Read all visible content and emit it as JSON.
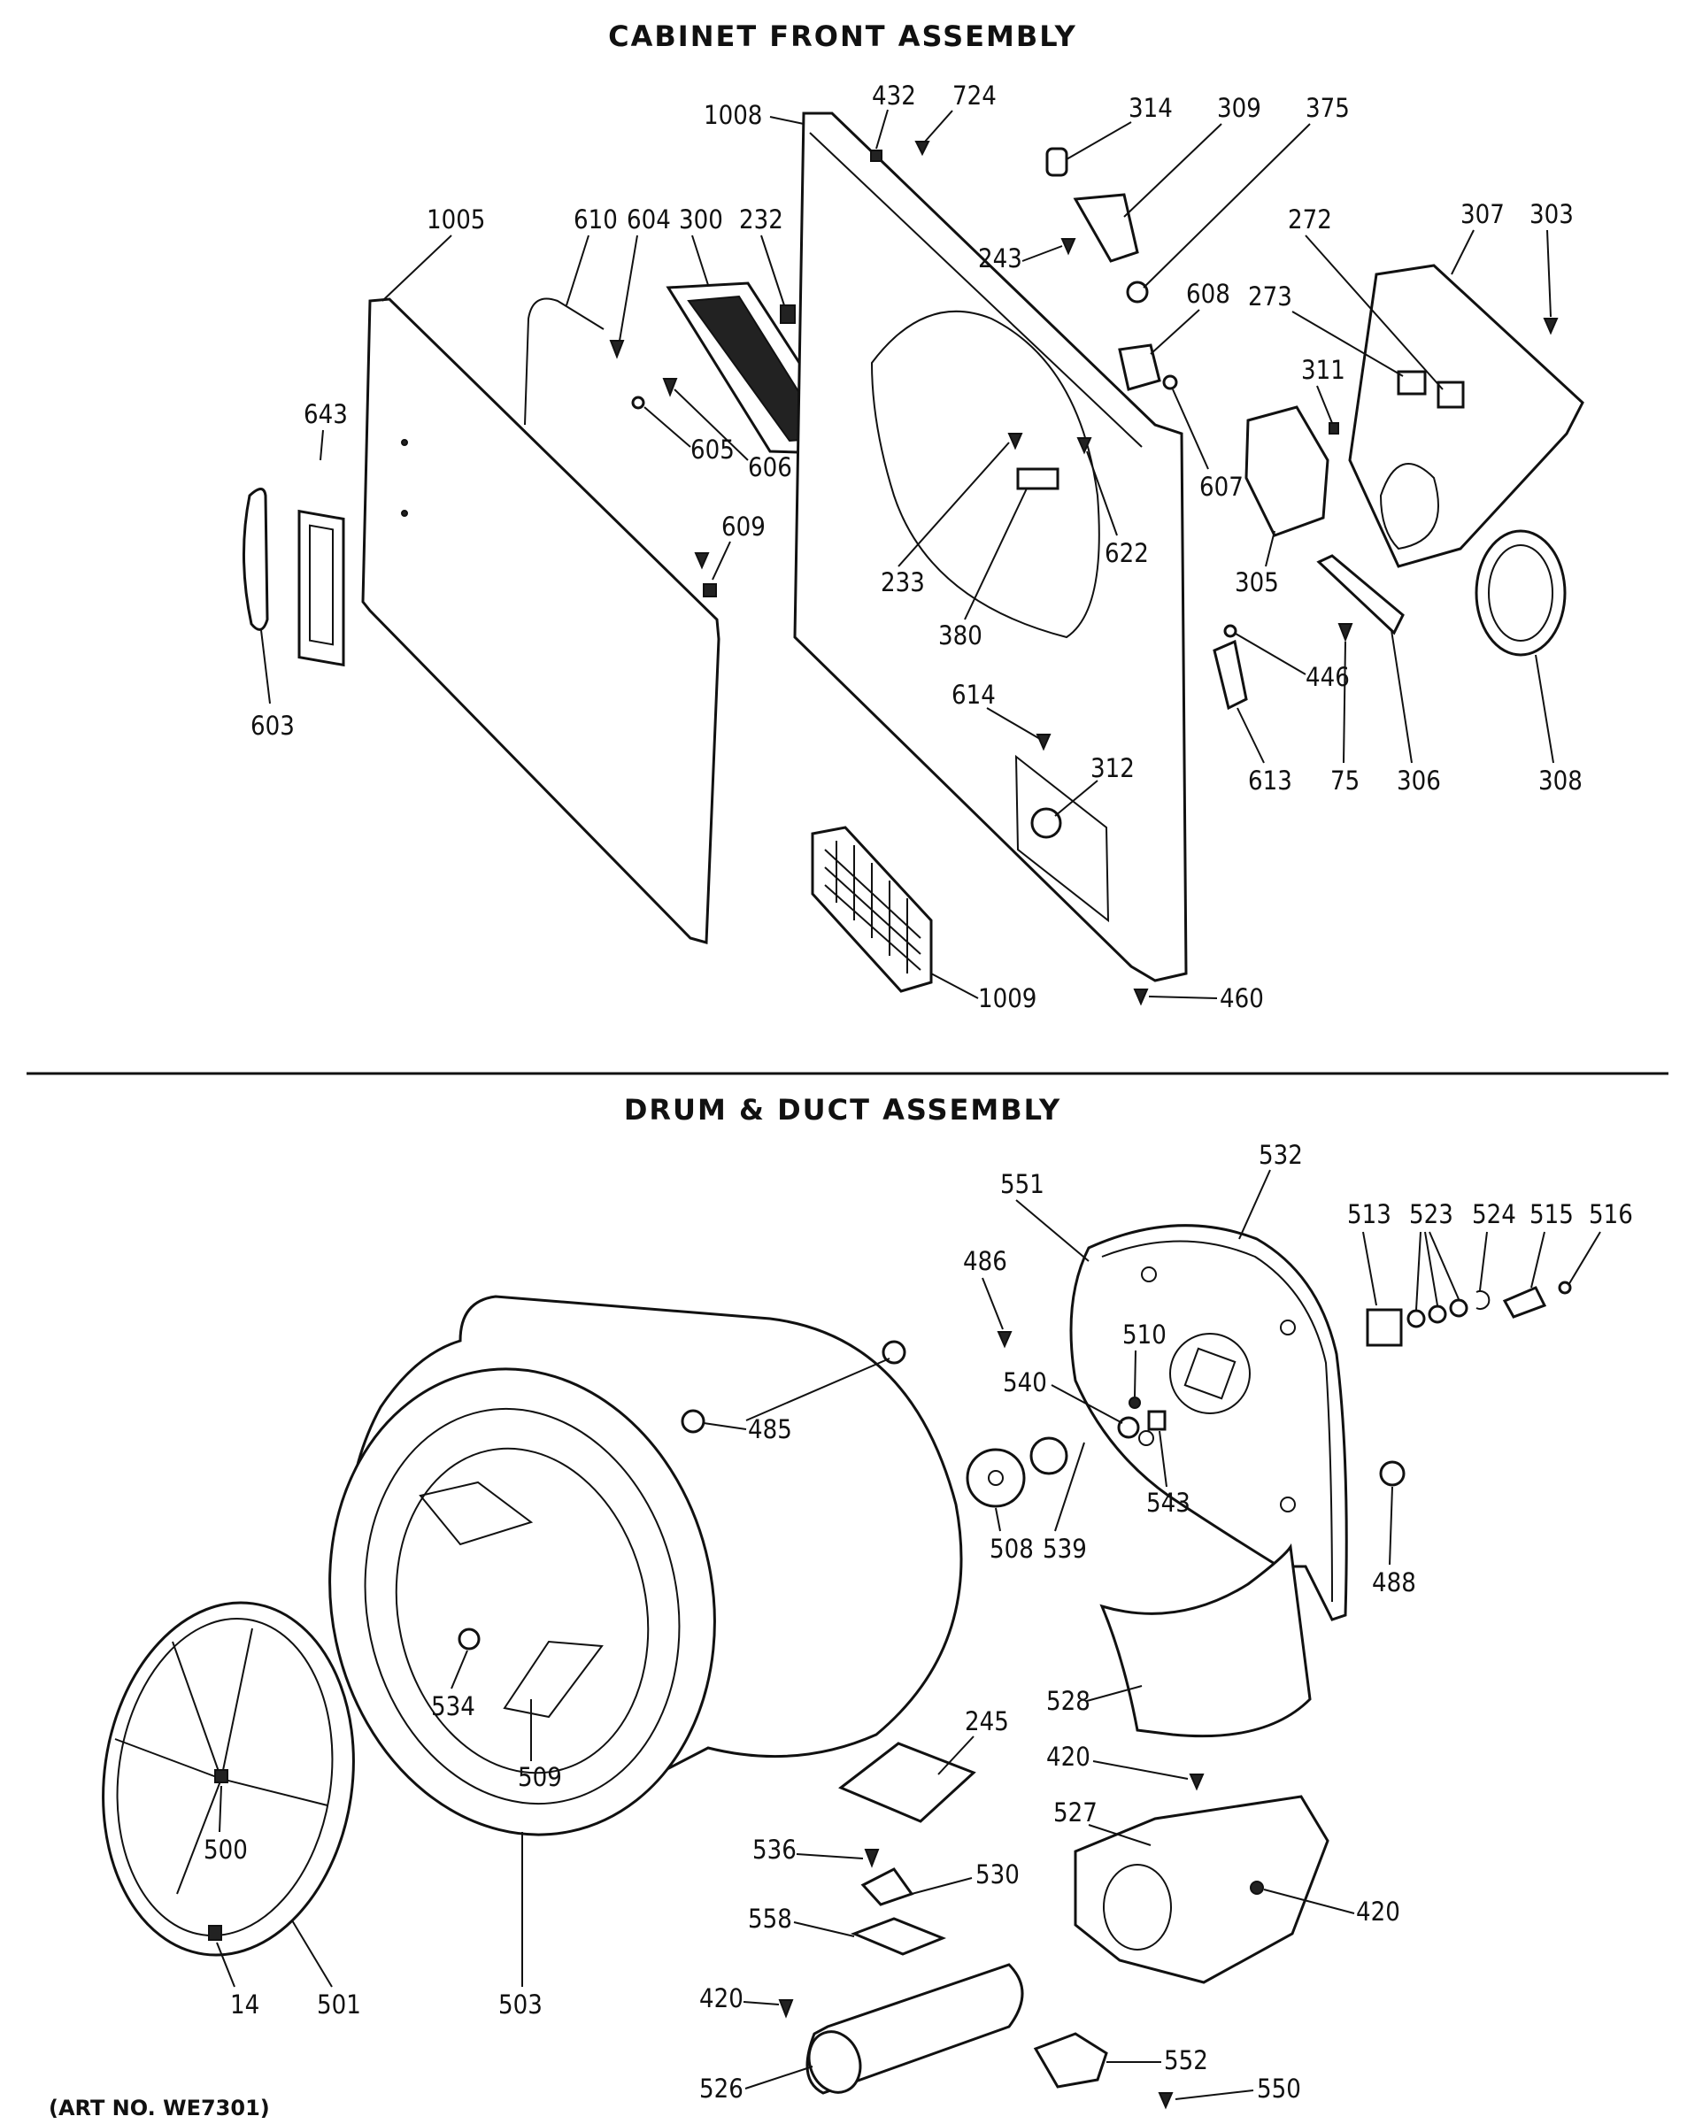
{
  "sections": [
    {
      "id": "cabinet",
      "title": "CABINET FRONT ASSEMBLY"
    },
    {
      "id": "drum",
      "title": "DRUM & DUCT ASSEMBLY"
    }
  ],
  "art_number": "(ART NO. WE7301)",
  "callouts": {
    "cabinet": [
      "1008",
      "432",
      "724",
      "314",
      "309",
      "375",
      "1005",
      "610",
      "604",
      "300",
      "232",
      "243",
      "608",
      "272",
      "307",
      "303",
      "643",
      "273",
      "311",
      "605",
      "606",
      "607",
      "622",
      "233",
      "305",
      "609",
      "380",
      "446",
      "603",
      "614",
      "613",
      "75",
      "306",
      "308",
      "312",
      "1009",
      "460"
    ],
    "drum": [
      "532",
      "551",
      "513",
      "523",
      "524",
      "515",
      "516",
      "486",
      "510",
      "540",
      "485",
      "543",
      "508",
      "539",
      "488",
      "534",
      "528",
      "509",
      "245",
      "420",
      "500",
      "527",
      "536",
      "530",
      "420",
      "558",
      "14",
      "501",
      "503",
      "420",
      "552",
      "526",
      "550"
    ]
  }
}
